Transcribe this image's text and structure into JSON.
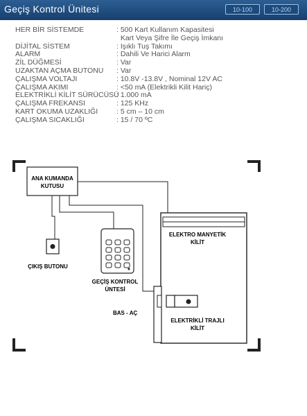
{
  "header": {
    "title": "Geçiş Kontrol Ünitesi",
    "tabs": [
      "10-100",
      "10-200"
    ]
  },
  "specs": [
    {
      "label": "HER BİR SİSTEMDE",
      "value": ": 500 Kart Kullanım Kapasitesi"
    },
    {
      "label": "",
      "value": "  Kart Veya Şifre İle Geçiş İmkanı"
    },
    {
      "label": "DİJİTAL SİSTEM",
      "value": ": Işıklı Tuş Takımı"
    },
    {
      "label": "ALARM",
      "value": ": Dahili Ve Harici Alarm"
    },
    {
      "label": "ZİL DÜĞMESİ",
      "value": ": Var"
    },
    {
      "label": "UZAKTAN AÇMA BUTONU",
      "value": ": Var"
    },
    {
      "label": "ÇALIŞMA VOLTAJI",
      "value": ": 10.8V -13.8V , Nominal 12V AC"
    },
    {
      "label": "ÇALIŞMA AKIMI",
      "value": ": <50 mA (Elektrikli Kilit Hariç)"
    },
    {
      "label": "ELEKTRİKLİ KİLİT SÜRÜCÜSÜ",
      "value": ": 1.000 mA"
    },
    {
      "label": "ÇALIŞMA FREKANSI",
      "value": ": 125 KHz"
    },
    {
      "label": "KART OKUMA UZAKLIĞI",
      "value": ": 5 cm – 10 cm"
    },
    {
      "label": "ÇALIŞMA SICAKLIĞI",
      "value": ": 15 / 70 ºC"
    }
  ],
  "diagram": {
    "main_box_line1": "ANA KUMANDA",
    "main_box_line2": "KUTUSU",
    "exit_button": "ÇIKIŞ BUTONU",
    "access_unit_line1": "GEÇİŞ KONTROL",
    "access_unit_line2": "ÜNTESİ",
    "push_open": "BAS - AÇ",
    "magnetic_lock_line1": "ELEKTRO MANYETİK",
    "magnetic_lock_line2": "KİLİT",
    "strike_lock_line1": "ELEKTRİKLİ TRAJLI",
    "strike_lock_line2": "KİLİT"
  }
}
